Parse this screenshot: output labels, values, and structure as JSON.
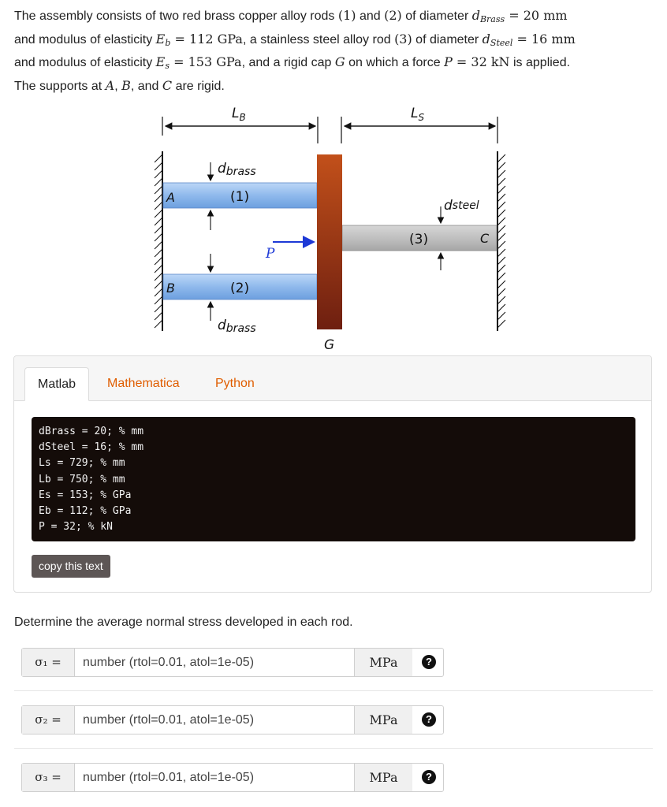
{
  "problem": {
    "line1_a": "The assembly consists of two red brass copper alloy rods ",
    "rod1": "(1)",
    "and": " and ",
    "rod2": "(2)",
    "line1_b": " of diameter ",
    "d_brass_sym": "d",
    "d_brass_sub": "Brass",
    "d_brass_val": " = 20 mm",
    "line2_a": "and modulus of elasticity ",
    "eb_sym": "E",
    "eb_sub": "b",
    "eb_val": " = 112 GPa",
    "line2_b": ", a stainless steel alloy rod ",
    "rod3": "(3)",
    "line2_c": " of diameter ",
    "d_steel_sym": "d",
    "d_steel_sub": "Steel",
    "d_steel_val": " = 16 mm",
    "line3_a": "and modulus of elasticity ",
    "es_sym": "E",
    "es_sub": "s",
    "es_val": " = 153 GPa",
    "line3_b": ", and a rigid cap ",
    "g_sym": "G",
    "line3_c": " on which a force ",
    "p_sym": "P",
    "p_val": " = 32 kN",
    "line3_d": " is applied.",
    "line4_a": "The supports at ",
    "a_sym": "A",
    "comma": ", ",
    "b_sym": "B",
    "line4_b": ", and ",
    "c_sym": "C",
    "line4_c": " are rigid."
  },
  "diagram": {
    "lb_label": "L",
    "lb_sub": "B",
    "ls_label": "L",
    "ls_sub": "S",
    "dbrass_top_main": "d",
    "dbrass_top_sub": "brass",
    "dbrass_bot_main": "d",
    "dbrass_bot_sub": "brass",
    "dsteel_main": "d",
    "dsteel_sub": "steel",
    "rod1": "(1)",
    "rod2": "(2)",
    "rod3": "(3)",
    "support_a": "A",
    "support_b": "B",
    "support_c": "C",
    "force_p": "P",
    "cap_g": "G",
    "colors": {
      "brass_rod": "#9cc3f0",
      "steel_rod": "#c8c8c8",
      "cap": "#9a3412",
      "force_arrow": "#1d39d6"
    }
  },
  "tabs": {
    "matlab": "Matlab",
    "mathematica": "Mathematica",
    "python": "Python"
  },
  "code": {
    "lines": [
      "dBrass = 20; % mm",
      "dSteel = 16; % mm",
      "Ls = 729; % mm",
      "Lb = 750; % mm",
      "Es = 153; % GPa",
      "Eb = 112; % GPa",
      "P = 32; % kN"
    ]
  },
  "copy_button": "copy this text",
  "question": "Determine the average normal stress developed in each rod.",
  "answers": [
    {
      "label": "σ₁ =",
      "placeholder": "number (rtol=0.01, atol=1e-05)",
      "unit": "MPa",
      "help": "?"
    },
    {
      "label": "σ₂ =",
      "placeholder": "number (rtol=0.01, atol=1e-05)",
      "unit": "MPa",
      "help": "?"
    },
    {
      "label": "σ₃ =",
      "placeholder": "number (rtol=0.01, atol=1e-05)",
      "unit": "MPa",
      "help": "?"
    }
  ]
}
